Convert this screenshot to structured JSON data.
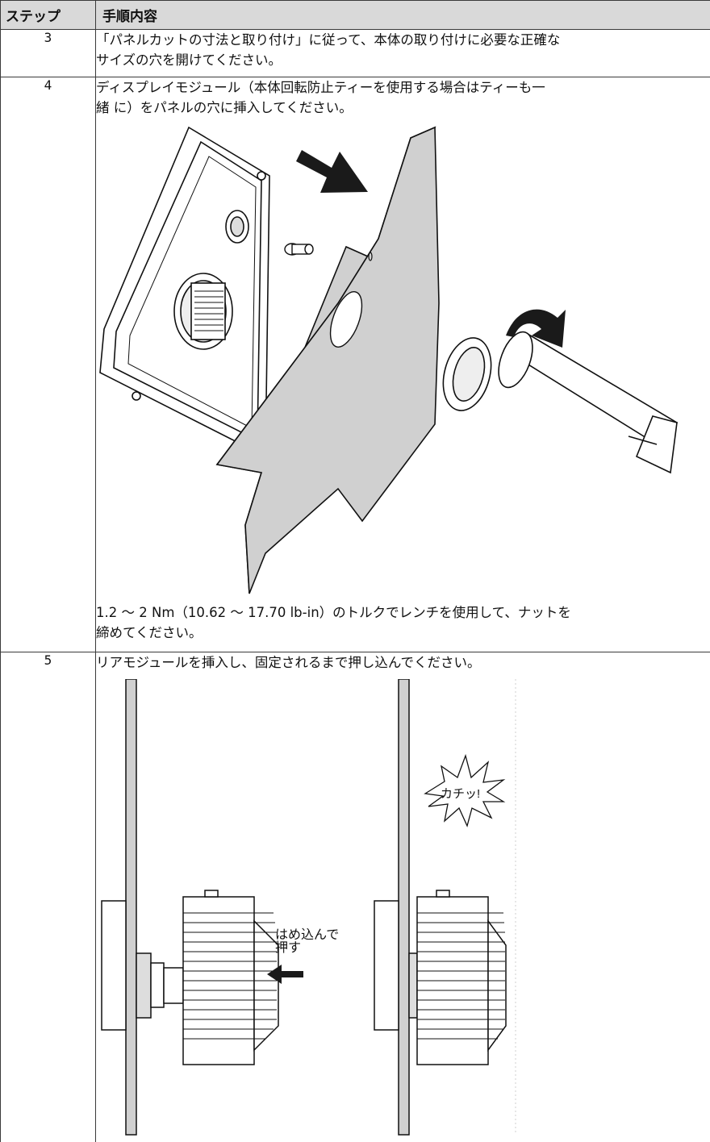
{
  "header": {
    "step": "ステップ",
    "content": "手順内容"
  },
  "steps": [
    {
      "num": "3",
      "text": "「パネルカットの寸法と取り付け」に従って、本体の取り付けに必要な正確な\nサイズの穴を開けてください。"
    },
    {
      "num": "4",
      "text": "ディスプレイモジュール（本体回転防止ティーを使用する場合はティーも一\n緒 に）をパネルの穴に挿入してください。",
      "note": "1.2 ～ 2 Nm（10.62 ～ 17.70 lb-in）のトルクでレンチを使用して、ナットを\n締めてください。"
    },
    {
      "num": "5",
      "text": "リアモジュールを挿入し、固定されるまで押し込んでください。"
    }
  ],
  "figure_step5": {
    "push_label_line1": "はめ込んで",
    "push_label_line2": "押す",
    "click_label": "カチッ!"
  },
  "colors": {
    "header_bg": "#d9d9d9",
    "panel_fill": "#d0d0d0",
    "arrow": "#1a1a1a"
  },
  "icons": [
    "arrow-right-icon",
    "arrow-rotate-icon",
    "arrow-left-icon",
    "click-burst-icon"
  ]
}
